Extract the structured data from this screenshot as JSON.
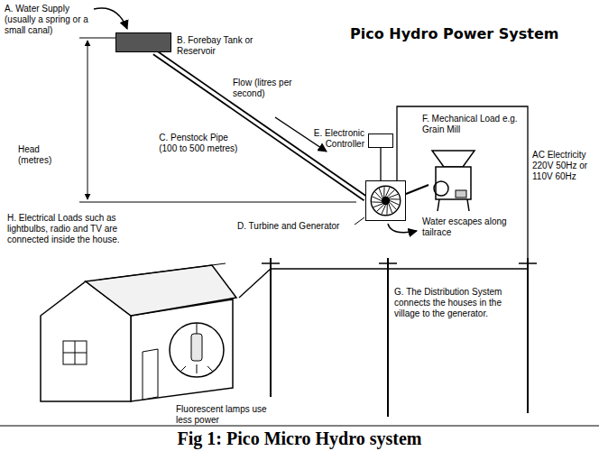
{
  "diagram": {
    "title": "Pico Hydro Power System",
    "caption": "Fig 1: Pico Micro Hydro system",
    "nodes": [
      {
        "text": [
          "B. Forebay Tank or Reservoir"
        ]
      },
      {
        "text": [
          "E. Electronic Controller"
        ]
      },
      {
        "text": [
          "D. Turbine and Generator"
        ]
      },
      {
        "text": [
          "F. Mechanical Load e.g. Grain Mill"
        ]
      },
      {
        "text": [
          "H. Electrical Loads such as lightbulbs, radio and TV are connected inside the house."
        ]
      }
    ],
    "edges": [
      {
        "from": 0,
        "to": 2,
        "arrow": "none",
        "label": "C. Penstock Pipe (100 to 500 metres)"
      },
      {
        "from": 1,
        "to": 2,
        "arrow": "none"
      },
      {
        "from": 2,
        "to": 3,
        "arrow": "none"
      },
      {
        "from": 2,
        "to": 4,
        "arrow": "none",
        "label": "AC Electricity 220V 50Hz or 110V 60Hz"
      }
    ],
    "labels": [
      "A. Water Supply (usually a spring or a small canal)",
      "Flow (litres per second)",
      "Head (metres)",
      "Water escapes along tailrace",
      "G. The Distribution System connects the houses in the village to the generator.",
      "Fluorescent lamps use less power"
    ]
  }
}
